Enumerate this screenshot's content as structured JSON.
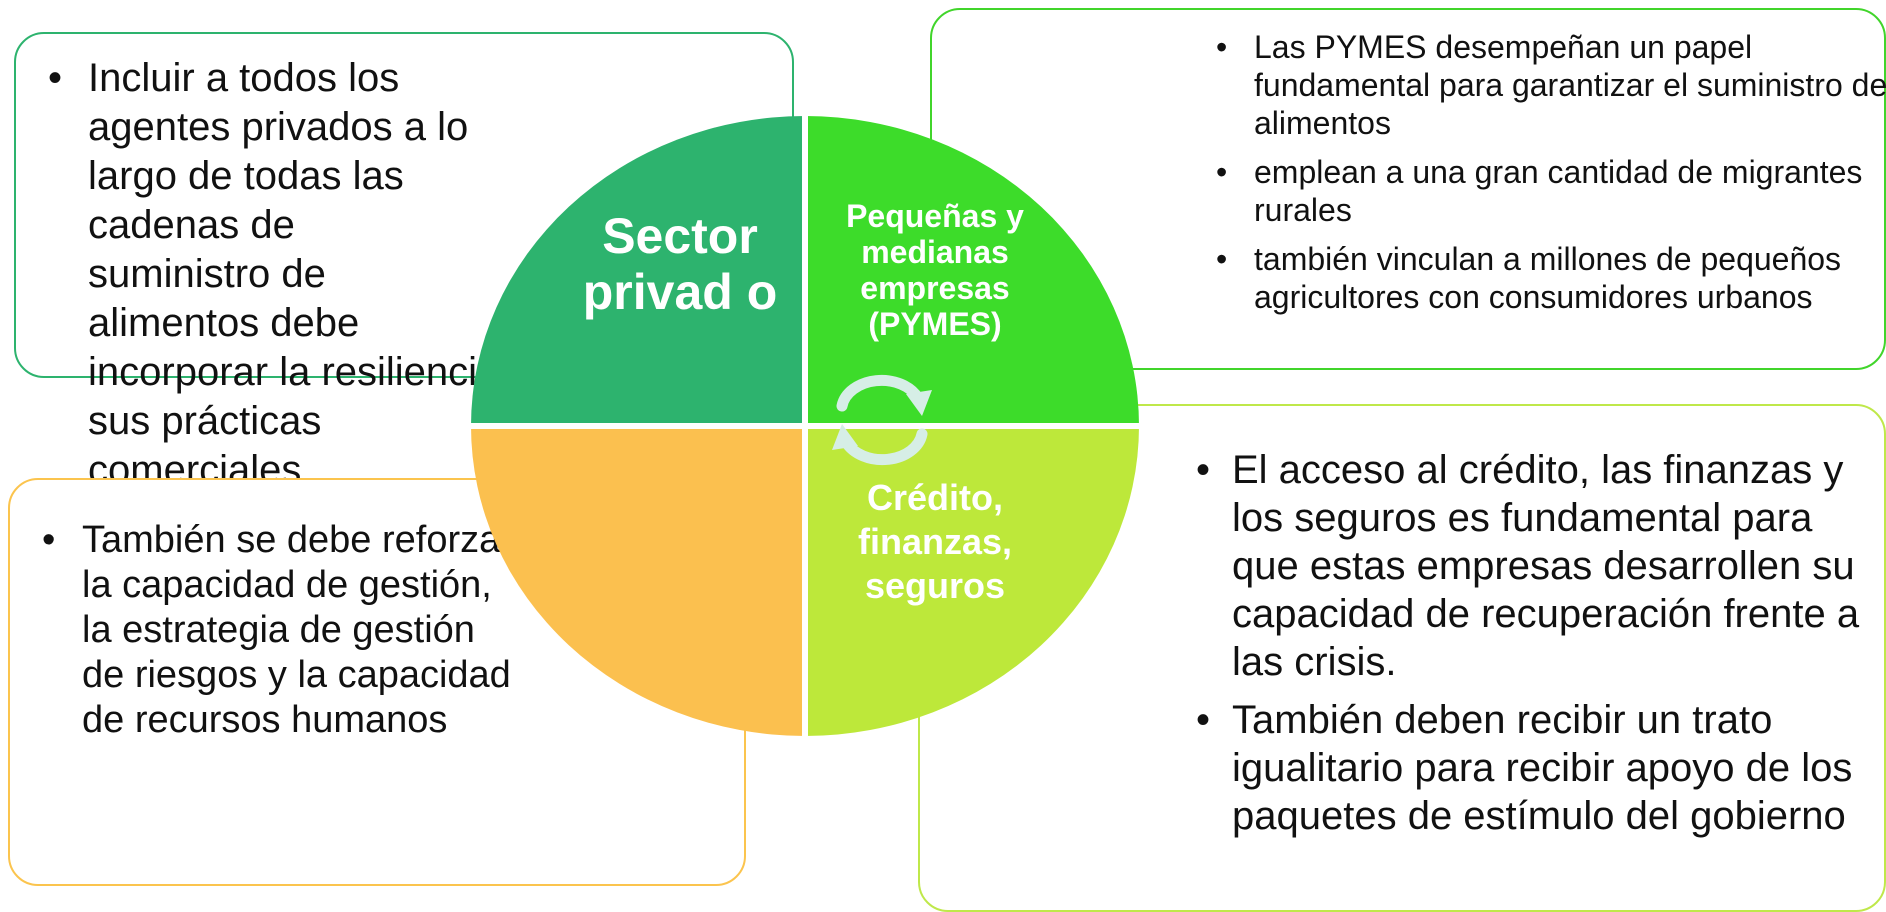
{
  "colors": {
    "sector_privado": "#2db36e",
    "pymes": "#3ddc2a",
    "credito": "#bde83a",
    "bottom_left": "#fbc04f",
    "cycle_arrows": "#d6eee6"
  },
  "quadrants": {
    "top_left": {
      "label": "Sector privad o"
    },
    "top_right": {
      "label": "Pequeñas y medianas empresas (PYMES)"
    },
    "bottom_right": {
      "label": "Crédito, finanzas, seguros"
    },
    "bottom_left": {
      "label": ""
    }
  },
  "boxes": {
    "top_left": {
      "bullets": [
        "Incluir a todos los agentes privados a lo largo de todas las cadenas de suministro de alimentos debe incorporar la resilienci sus prácticas comerciales"
      ]
    },
    "top_right": {
      "bullets": [
        "Las PYMES desempeñan un papel fundamental para garantizar el suministro de alimentos",
        "emplean a una gran cantidad de migrantes rurales",
        "también vinculan a millones de pequeños agricultores con consumidores urbanos"
      ]
    },
    "bottom_left": {
      "bullets": [
        "También se debe reforzar la capacidad de gestión, la estrategia de gestión de riesgos y la capacidad de recursos humanos"
      ]
    },
    "bottom_right": {
      "bullets": [
        "El acceso al crédito, las finanzas y los seguros es fundamental para que estas empresas desarrollen su capacidad de recuperación frente a las crisis.",
        "También deben recibir un trato igualitario para recibir  apoyo de los paquetes de estímulo del gobierno"
      ]
    }
  },
  "icons": {
    "center": "cycle-arrows-icon"
  }
}
